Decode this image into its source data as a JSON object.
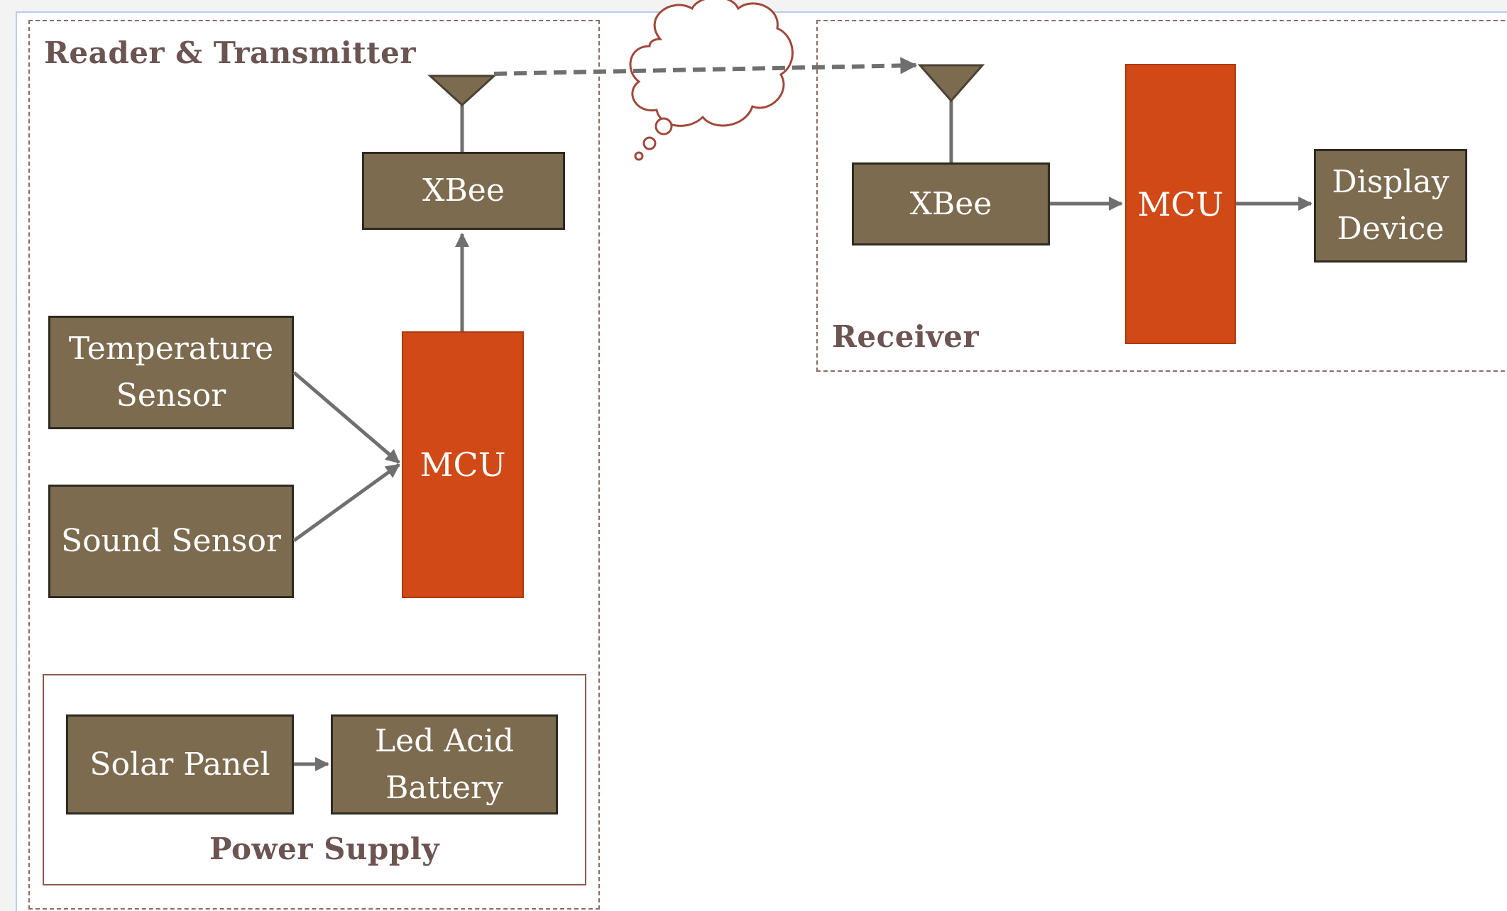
{
  "groups": {
    "reader_transmitter": "Reader & Transmitter",
    "receiver": "Receiver",
    "power_supply": "Power Supply"
  },
  "blocks": {
    "tx_xbee": "XBee",
    "temperature_sensor_line1": "Temperature",
    "temperature_sensor_line2": "Sensor",
    "sound_sensor": "Sound Sensor",
    "tx_mcu": "MCU",
    "solar_panel": "Solar Panel",
    "battery_line1": "Led Acid",
    "battery_line2": "Battery",
    "rx_xbee": "XBee",
    "rx_mcu": "MCU",
    "display_line1": "Display",
    "display_line2": "Device"
  },
  "colors": {
    "block_fill": "#7c6b4f",
    "mcu_fill": "#d04916",
    "connector": "#6f6f6f",
    "group_border": "#8c6c66"
  },
  "icons": {
    "antenna": "antenna-icon",
    "cloud": "thought-cloud-icon"
  }
}
